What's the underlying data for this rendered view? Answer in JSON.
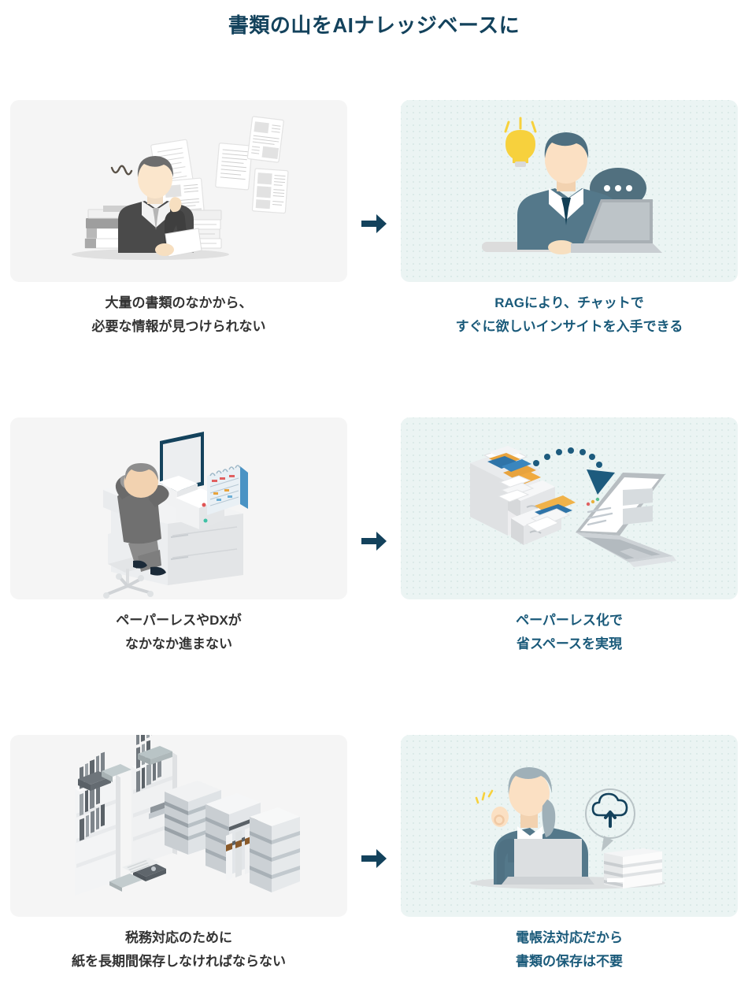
{
  "page": {
    "title": "書類の山をAIナレッジベースに",
    "title_color": "#13425c",
    "background": "#ffffff"
  },
  "colors": {
    "problem_card_bg": "#f5f5f5",
    "solution_card_bg": "#ebf4f3",
    "problem_text": "#333333",
    "solution_text": "#1a5a7a",
    "arrow": "#13425c",
    "accent_yellow": "#f7d13d",
    "accent_orange": "#e8a33d",
    "suit_teal": "#54788a",
    "skin": "#fbdfc2"
  },
  "arrow_label": "→",
  "rows": [
    {
      "problem": {
        "illustration": "businessman-overwhelmed-by-documents",
        "caption_lines": [
          "大量の書類のなかから、",
          "必要な情報が見つけられない"
        ]
      },
      "solution": {
        "illustration": "businessman-chatting-with-ai-laptop",
        "caption_lines": [
          "RAGにより、チャットで",
          "すぐに欲しいインサイトを入手できる"
        ]
      }
    },
    {
      "problem": {
        "illustration": "person-at-desk-frustrated-isometric",
        "caption_lines": [
          "ペーパーレスやDXが",
          "なかなか進まない"
        ]
      },
      "solution": {
        "illustration": "filing-cabinet-to-laptop-digitization",
        "caption_lines": [
          "ペーパーレス化で",
          "省スペースを実現"
        ]
      }
    },
    {
      "problem": {
        "illustration": "bookshelves-and-document-stacks-isometric",
        "caption_lines": [
          "税務対応のために",
          "紙を長期間保存しなければならない"
        ]
      },
      "solution": {
        "illustration": "woman-laptop-cloud-upload",
        "caption_lines": [
          "電帳法対応だから",
          "書類の保存は不要"
        ]
      }
    }
  ]
}
